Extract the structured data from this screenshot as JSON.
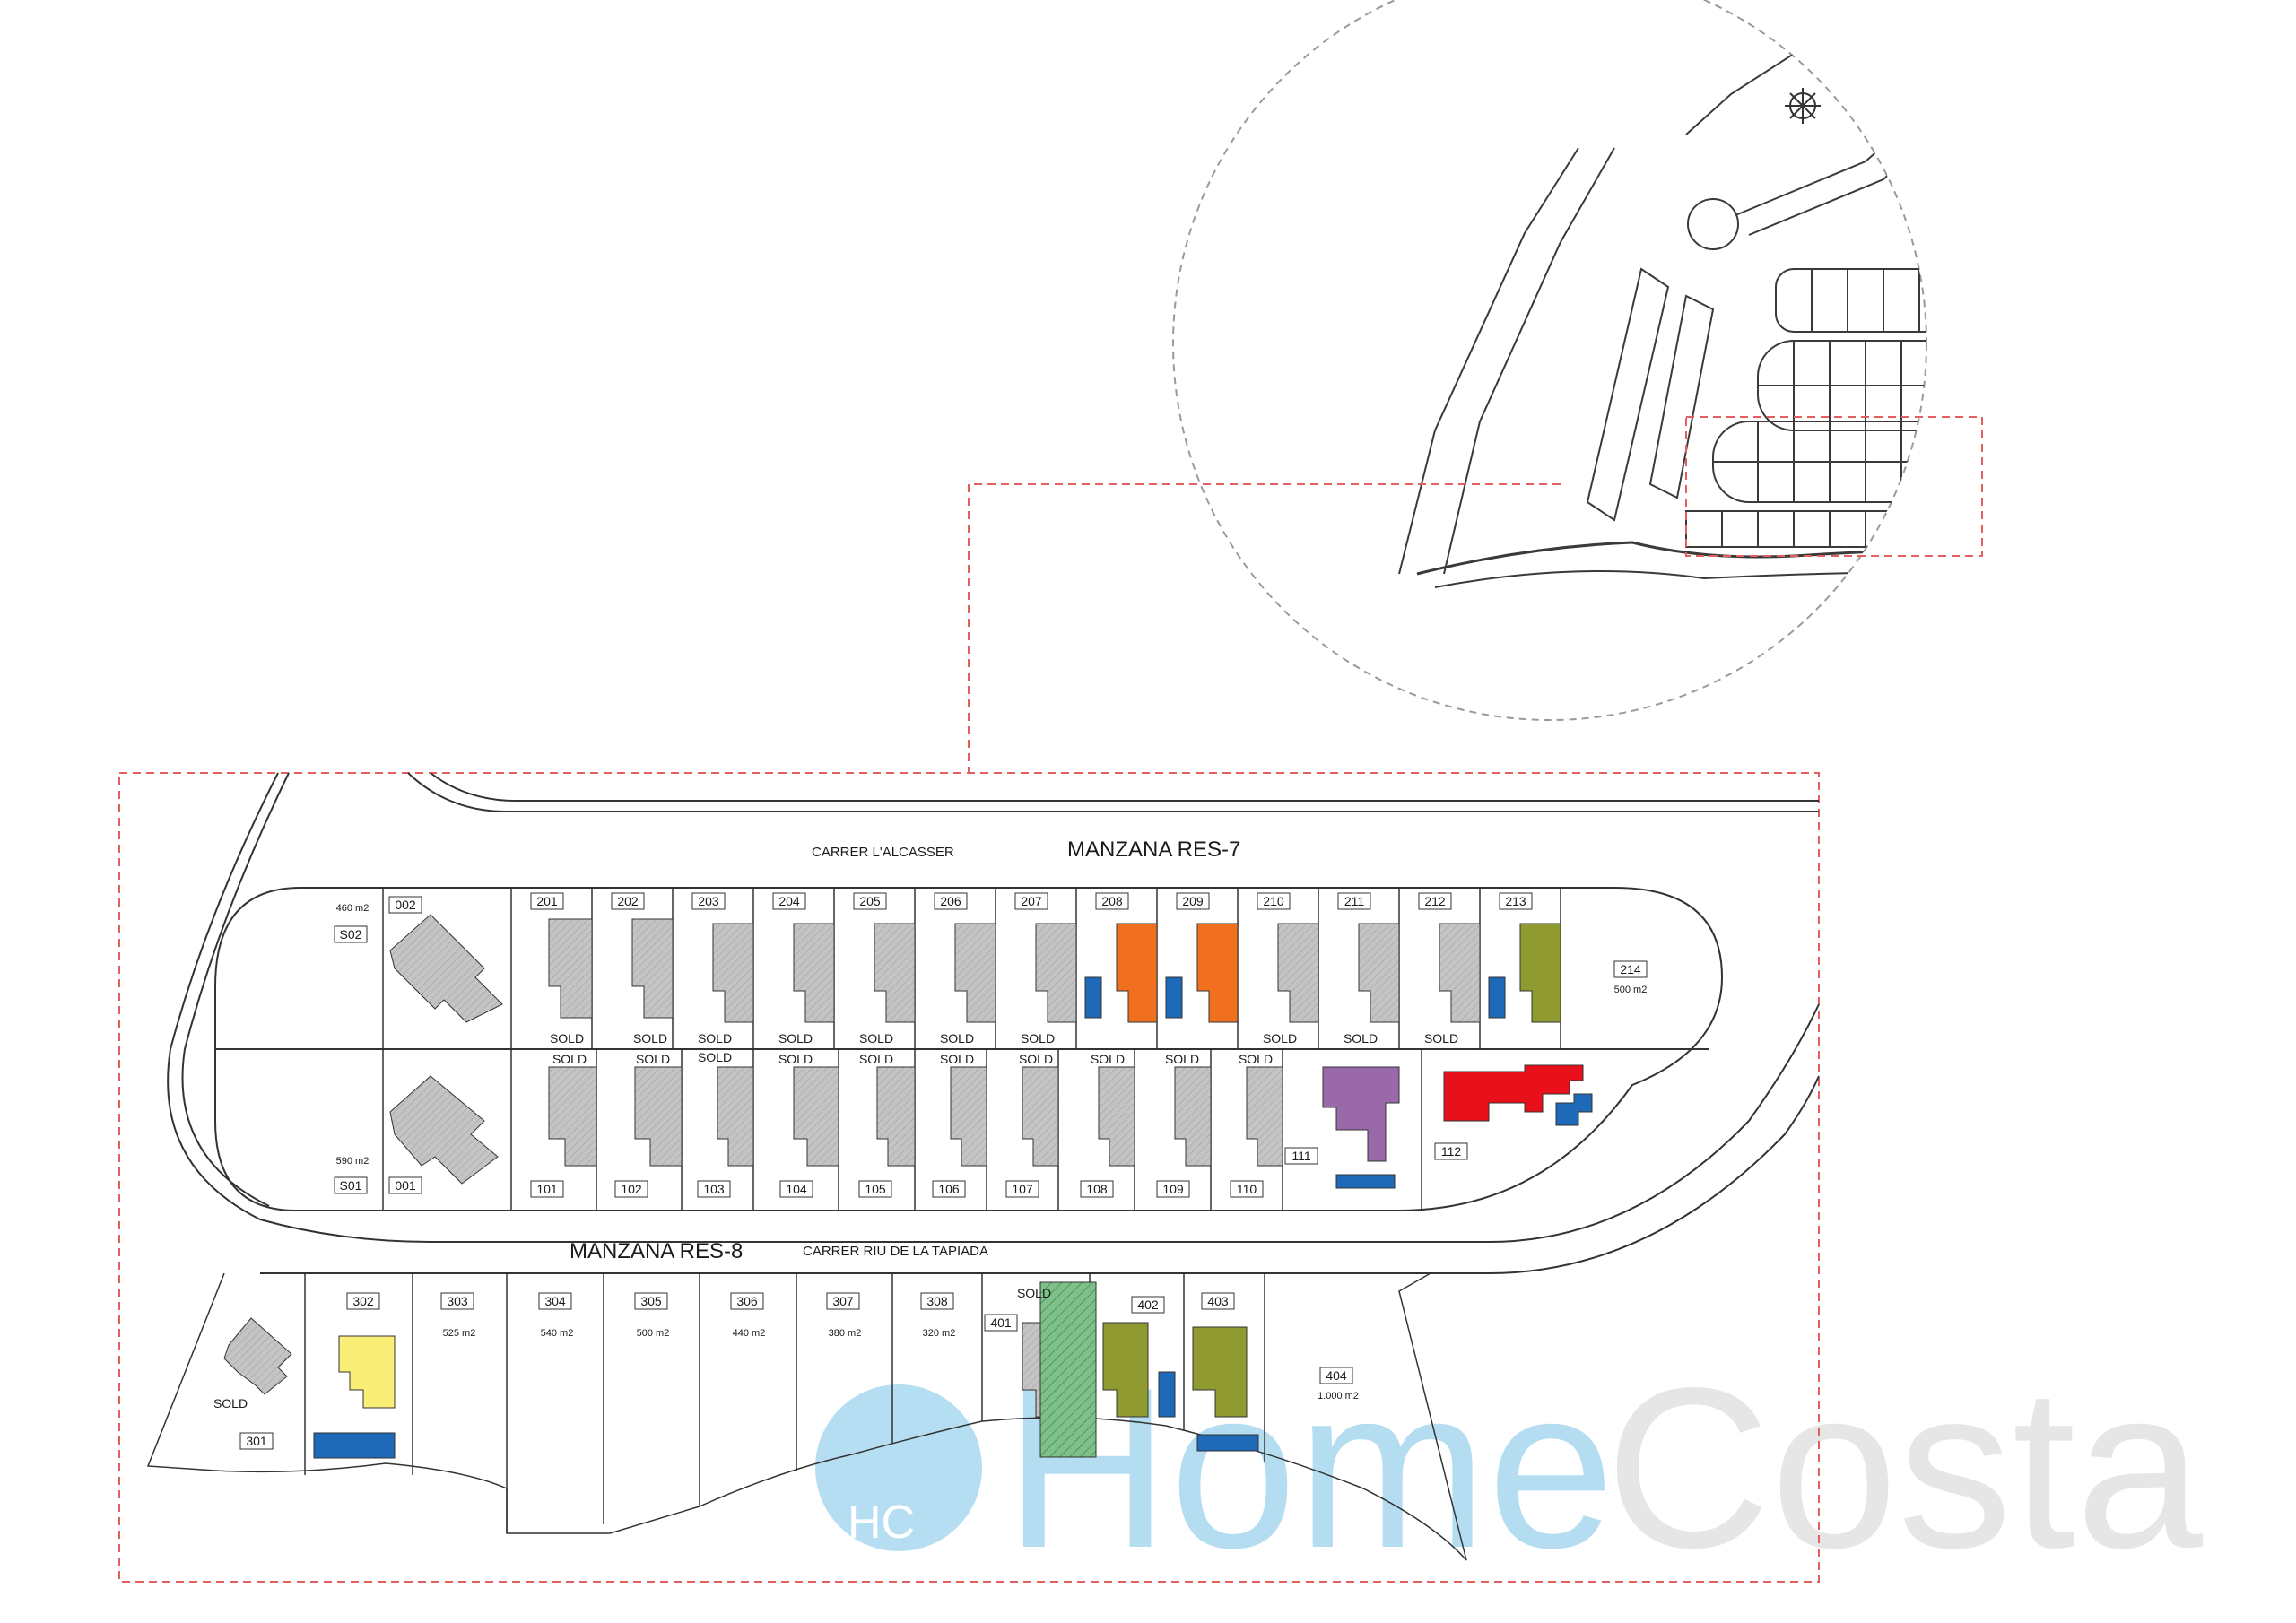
{
  "streets": {
    "north": "CARRER L'ALCASSER",
    "south": "CARRER RIU DE LA TAPIADA"
  },
  "blocks": {
    "res7": "MANZANA RES-7",
    "res8": "MANZANA RES-8"
  },
  "sold_label": "SOLD",
  "watermark": {
    "initials": "HC",
    "word_home": "Home",
    "word_costa": "Costa"
  },
  "lots": {
    "s02": {
      "num": "S02",
      "area": "460 m2"
    },
    "s01": {
      "num": "S01",
      "area": "590 m2"
    },
    "l002": "002",
    "l001": "001",
    "row2": [
      "201",
      "202",
      "203",
      "204",
      "205",
      "206",
      "207",
      "208",
      "209",
      "210",
      "211",
      "212",
      "213"
    ],
    "l214": {
      "num": "214",
      "area": "500 m2"
    },
    "row1": [
      "101",
      "102",
      "103",
      "104",
      "105",
      "106",
      "107",
      "108",
      "109",
      "110"
    ],
    "l111": "111",
    "l112": "112",
    "l301": "301",
    "row3": [
      {
        "num": "302",
        "area": ""
      },
      {
        "num": "303",
        "area": "525 m2"
      },
      {
        "num": "304",
        "area": "540 m2"
      },
      {
        "num": "305",
        "area": "500 m2"
      },
      {
        "num": "306",
        "area": "440 m2"
      },
      {
        "num": "307",
        "area": "380 m2"
      },
      {
        "num": "308",
        "area": "320 m2"
      }
    ],
    "l401": "401",
    "l402": "402",
    "l403": "403",
    "l404": {
      "num": "404",
      "area": "1.000 m2"
    }
  },
  "colors": {
    "house_gray": "#c4c4c4",
    "orange": "#f07020",
    "olive": "#8f9a30",
    "purple": "#9a6aa8",
    "red": "#e8101a",
    "yellow": "#f8ee78",
    "pool_blue": "#1f6ab8",
    "green_path": "#4fa860",
    "dash_red": "#e06060",
    "watermark_blue": "#a8d8f0",
    "watermark_gray": "#e6e6e6"
  }
}
